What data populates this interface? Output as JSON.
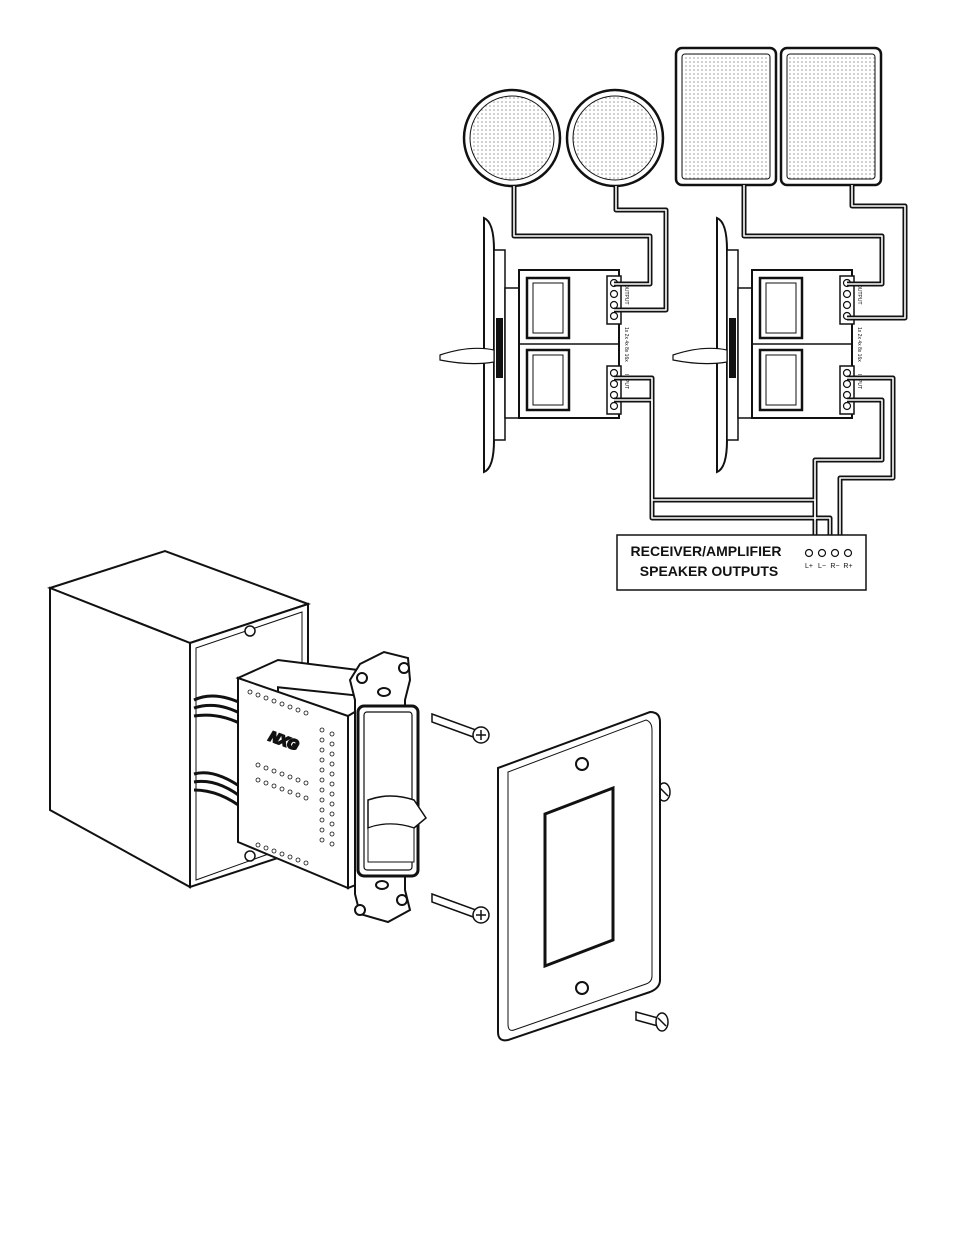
{
  "receiver": {
    "line1": "RECEIVER/AMPLIFIER",
    "line2": "SPEAKER OUTPUTS",
    "terminals": [
      "L+",
      "L−",
      "R−",
      "R+"
    ]
  },
  "controls": [
    {
      "output_label": "OUTPUT",
      "input_label": "INPUT",
      "taps_label": "1x 2x 4x 8x 16x"
    },
    {
      "output_label": "OUTPUT",
      "input_label": "INPUT",
      "taps_label": "1x 2x 4x 8x 16x"
    }
  ],
  "module_logo": "NXG",
  "colors": {
    "line": "#111111",
    "background": "#ffffff",
    "grille": "#9a9a9a"
  }
}
